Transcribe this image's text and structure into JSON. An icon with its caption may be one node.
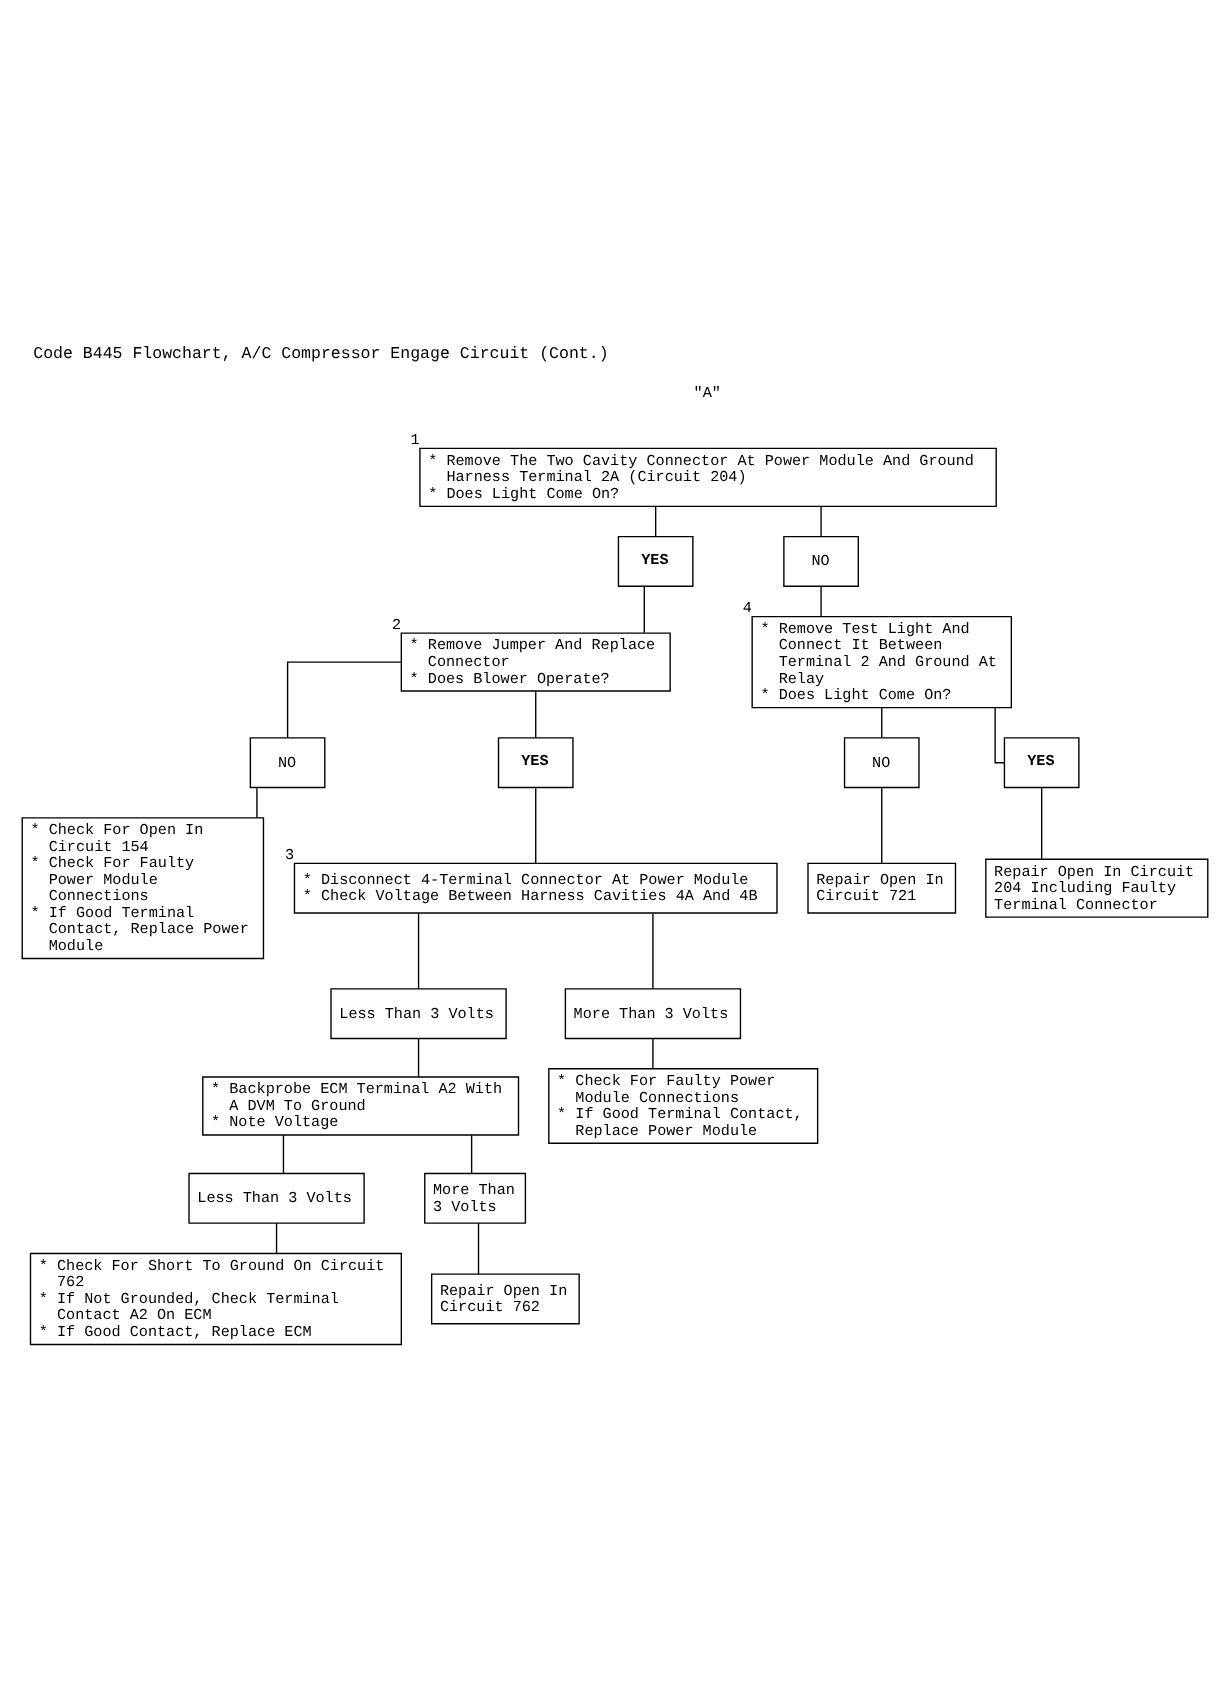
{
  "diagram": {
    "title": "Code B445 Flowchart, A/C Compressor Engage Circuit (Cont.)",
    "nodes": [
      {
        "text": [
          "* Remove The Two Cavity Connector At Power Module And Ground Harness Terminal 2A (Circuit 204)",
          "* Does Light Come On?"
        ],
        "beside": [
          "1"
        ]
      },
      {
        "text": [
          "YES"
        ]
      },
      {
        "text": [
          "NO"
        ]
      },
      {
        "text": [
          "* Remove Jumper And Replace Connector",
          "* Does Blower Operate?"
        ],
        "beside": [
          "2"
        ]
      },
      {
        "text": [
          "* Remove Test Light And Connect It Between Terminal 2 And Ground At Relay",
          "* Does Light Come On?"
        ],
        "beside": [
          "4"
        ]
      },
      {
        "text": [
          "NO"
        ]
      },
      {
        "text": [
          "* Check For Open In Circuit 154",
          "* Check For Faulty Power Module Connections",
          "* If Good Terminal Contact, Replace Power Module"
        ]
      },
      {
        "text": [
          "YES"
        ]
      },
      {
        "text": [
          "NO"
        ]
      },
      {
        "text": [
          "Repair Open In Circuit 721"
        ]
      },
      {
        "text": [
          "YES"
        ]
      },
      {
        "text": [
          "Repair Open In Circuit 204 Including Faulty Terminal Connector"
        ]
      },
      {
        "text": [
          "* Disconnect 4-Terminal Connector At Power Module",
          "* Check Voltage Between Harness Cavities 4A And 4B"
        ],
        "beside": [
          "3"
        ]
      },
      {
        "text": [
          "Less Than 3 Volts"
        ]
      },
      {
        "text": [
          "More Than 3 Volts"
        ]
      },
      {
        "text": [
          "* Backprobe ECM Terminal A2 With A DVM To Ground",
          "* Note Voltage"
        ]
      },
      {
        "text": [
          "* Check For Faulty Power Module Connections",
          "* If Good Terminal Contact, Replace Power Module"
        ]
      },
      {
        "text": [
          "Less Than 3 Volts"
        ]
      },
      {
        "text": [
          "More Than 3 Volts"
        ]
      },
      {
        "text": [
          "* Check For Short To Ground On Circuit 762",
          "* If Not Grounded, Check Terminal Contact A2 On ECM",
          "* If Good Contact, Replace ECM"
        ]
      },
      {
        "text": [
          "Repair Open In Circuit 762"
        ]
      }
    ],
    "edges": [
      {
        "from": 0,
        "to": 1,
        "arrow": "none"
      },
      {
        "from": 0,
        "to": 2,
        "arrow": "none"
      },
      {
        "from": 1,
        "to": 3,
        "arrow": "none"
      },
      {
        "from": 2,
        "to": 4,
        "arrow": "none"
      },
      {
        "from": 3,
        "to": 5,
        "arrow": "none"
      },
      {
        "from": 5,
        "to": 6,
        "arrow": "none"
      },
      {
        "from": 3,
        "to": 7,
        "arrow": "none"
      },
      {
        "from": 7,
        "to": 12,
        "arrow": "none"
      },
      {
        "from": 4,
        "to": 8,
        "arrow": "none"
      },
      {
        "from": 8,
        "to": 9,
        "arrow": "none"
      },
      {
        "from": 4,
        "to": 10,
        "arrow": "none"
      },
      {
        "from": 10,
        "to": 11,
        "arrow": "none"
      },
      {
        "from": 12,
        "to": 13,
        "arrow": "none"
      },
      {
        "from": 12,
        "to": 14,
        "arrow": "none"
      },
      {
        "from": 13,
        "to": 15,
        "arrow": "none"
      },
      {
        "from": 14,
        "to": 16,
        "arrow": "none"
      },
      {
        "from": 15,
        "to": 17,
        "arrow": "none"
      },
      {
        "from": 15,
        "to": 18,
        "arrow": "none"
      },
      {
        "from": 17,
        "to": 19,
        "arrow": "none"
      },
      {
        "from": 18,
        "to": 20,
        "arrow": "none"
      }
    ],
    "labels": [
      "\"A\""
    ]
  }
}
